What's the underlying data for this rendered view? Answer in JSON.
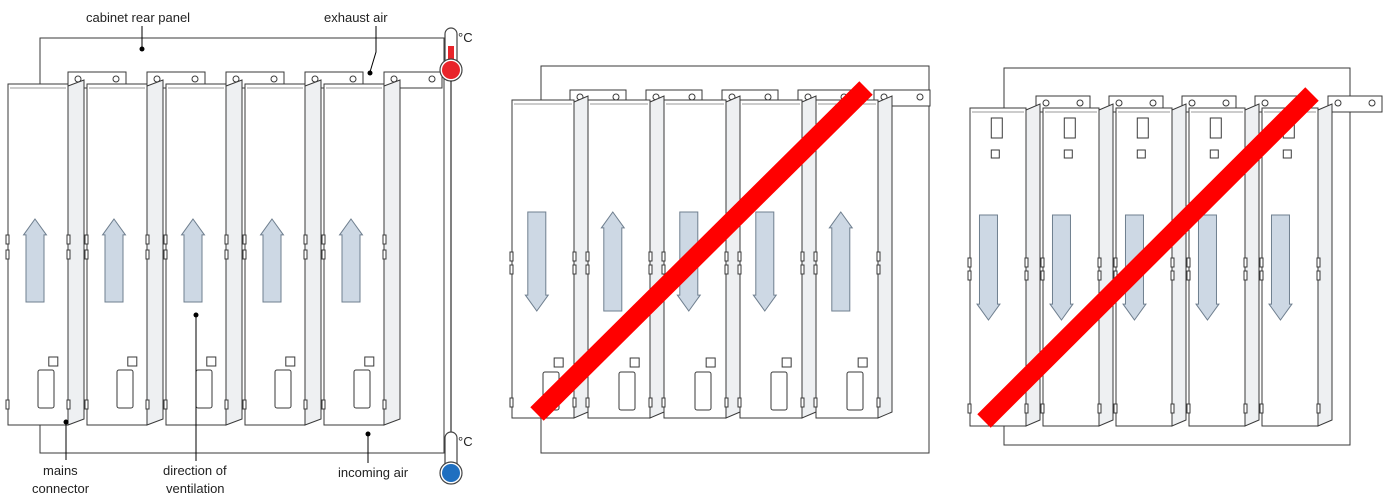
{
  "labels": {
    "cabinet_rear_panel": "cabinet rear panel",
    "exhaust_air": "exhaust air",
    "mains_line1": "mains",
    "mains_line2": "connector",
    "direction_line1": "direction of",
    "direction_line2": "ventilation",
    "incoming_air": "incoming air",
    "deg_top": "°C",
    "deg_bottom": "°C"
  },
  "thermometers": {
    "top_color": "#e8242a",
    "bottom_color": "#1f6fc0"
  },
  "arrangements": [
    {
      "id": "correct",
      "airflow": [
        "up",
        "up",
        "up",
        "up",
        "up"
      ],
      "crossed_out": false
    },
    {
      "id": "mixed-airflow",
      "airflow": [
        "down",
        "up",
        "down",
        "down",
        "up"
      ],
      "crossed_out": true
    },
    {
      "id": "downward-airflow",
      "airflow": [
        "down",
        "down",
        "down",
        "down",
        "down"
      ],
      "crossed_out": true
    }
  ],
  "colors": {
    "cross_out": "#ff0000",
    "arrow_fill": "#cdd8e4"
  }
}
